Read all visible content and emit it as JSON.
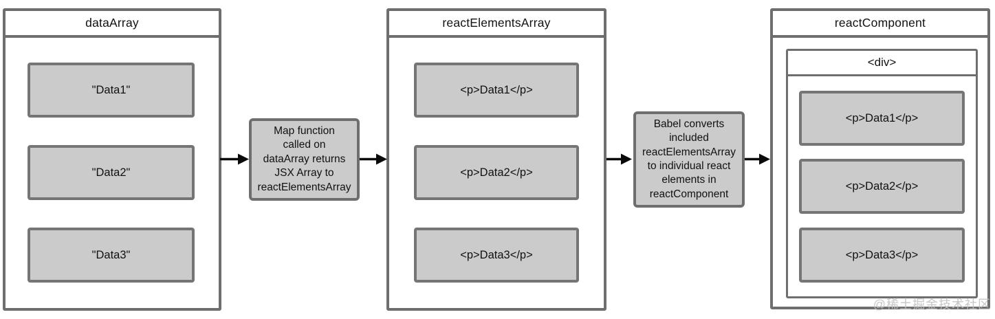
{
  "containers": {
    "dataArray": {
      "title": "dataArray",
      "items": [
        "\"Data1\"",
        "\"Data2\"",
        "\"Data3\""
      ]
    },
    "reactElementsArray": {
      "title": "reactElementsArray",
      "items": [
        "<p>Data1</p>",
        "<p>Data2</p>",
        "<p>Data3</p>"
      ]
    },
    "reactComponent": {
      "title": "reactComponent",
      "inner_title": "<div>",
      "items": [
        "<p>Data1</p>",
        "<p>Data2</p>",
        "<p>Data3</p>"
      ]
    }
  },
  "labels": {
    "map_function": "Map function\ncalled on\ndataArray returns\nJSX Array to\nreactElementsArray",
    "babel": "Babel converts\nincluded\nreactElementsArray\nto individual react\nelements in\nreactComponent"
  },
  "watermark": "@稀土掘金技术社区",
  "colors": {
    "border": "#6e6e6e",
    "box_border": "#757575",
    "box_fill": "#cbcbcb",
    "arrow": "#0a0a0a",
    "background": "#ffffff",
    "watermark": "#c2c2c2"
  }
}
